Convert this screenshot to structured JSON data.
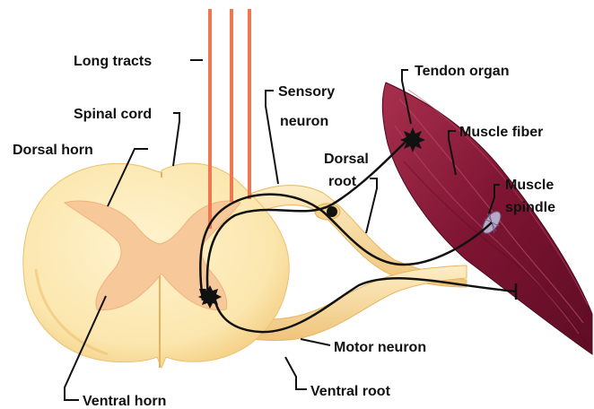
{
  "labels": {
    "long_tracts": "Long tracts",
    "spinal_cord": "Spinal cord",
    "dorsal_horn": "Dorsal horn",
    "sensory_neuron_1": "Sensory",
    "sensory_neuron_2": "neuron",
    "dorsal_root_1": "Dorsal",
    "dorsal_root_2": "root",
    "tendon_organ": "Tendon organ",
    "muscle_fiber": "Muscle fiber",
    "muscle_spindle_1": "Muscle",
    "muscle_spindle_2": "spindle",
    "motor_neuron": "Motor neuron",
    "ventral_root": "Ventral root",
    "ventral_horn": "Ventral horn"
  },
  "colors": {
    "white_matter": "#fbeab4",
    "white_matter_shadow": "#f2c978",
    "gray_matter": "#f7c89a",
    "tracts": "#f07850",
    "root_fill": "#f6dca0",
    "muscle": "#7a1230",
    "muscle_highlight": "#a8304e",
    "neuron_line": "#111111",
    "label_text": "#111111"
  }
}
